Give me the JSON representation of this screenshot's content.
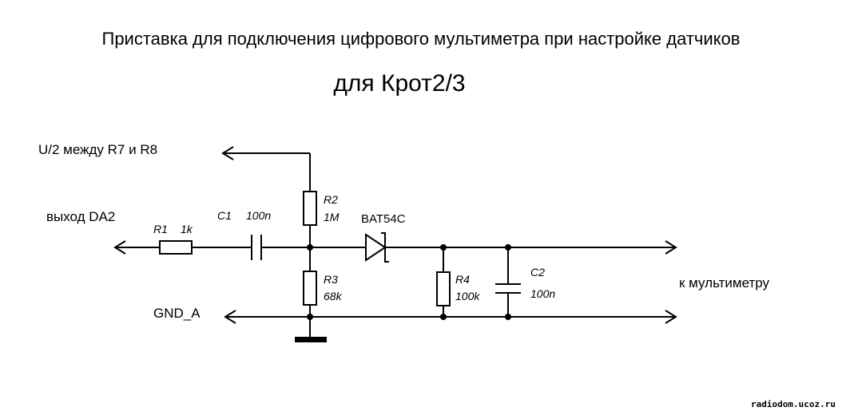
{
  "title": {
    "line1": "Приставка для подключения цифрового мультиметра при настройке датчиков",
    "line2": "для Крот2/3"
  },
  "labels": {
    "u2": "U/2 между R7 и  R8",
    "input": "выход DA2",
    "gnd": "GND_A",
    "output": "к мультиметру"
  },
  "components": {
    "r1": {
      "ref": "R1",
      "value": "1k"
    },
    "c1": {
      "ref": "C1",
      "value": "100n"
    },
    "r2": {
      "ref": "R2",
      "value": "1M"
    },
    "r3": {
      "ref": "R3",
      "value": "68k"
    },
    "d1": {
      "ref": "BAT54C"
    },
    "r4": {
      "ref": "R4",
      "value": "100k"
    },
    "c2": {
      "ref": "C2",
      "value": "100n"
    }
  },
  "watermark": "radiodom.ucoz.ru"
}
